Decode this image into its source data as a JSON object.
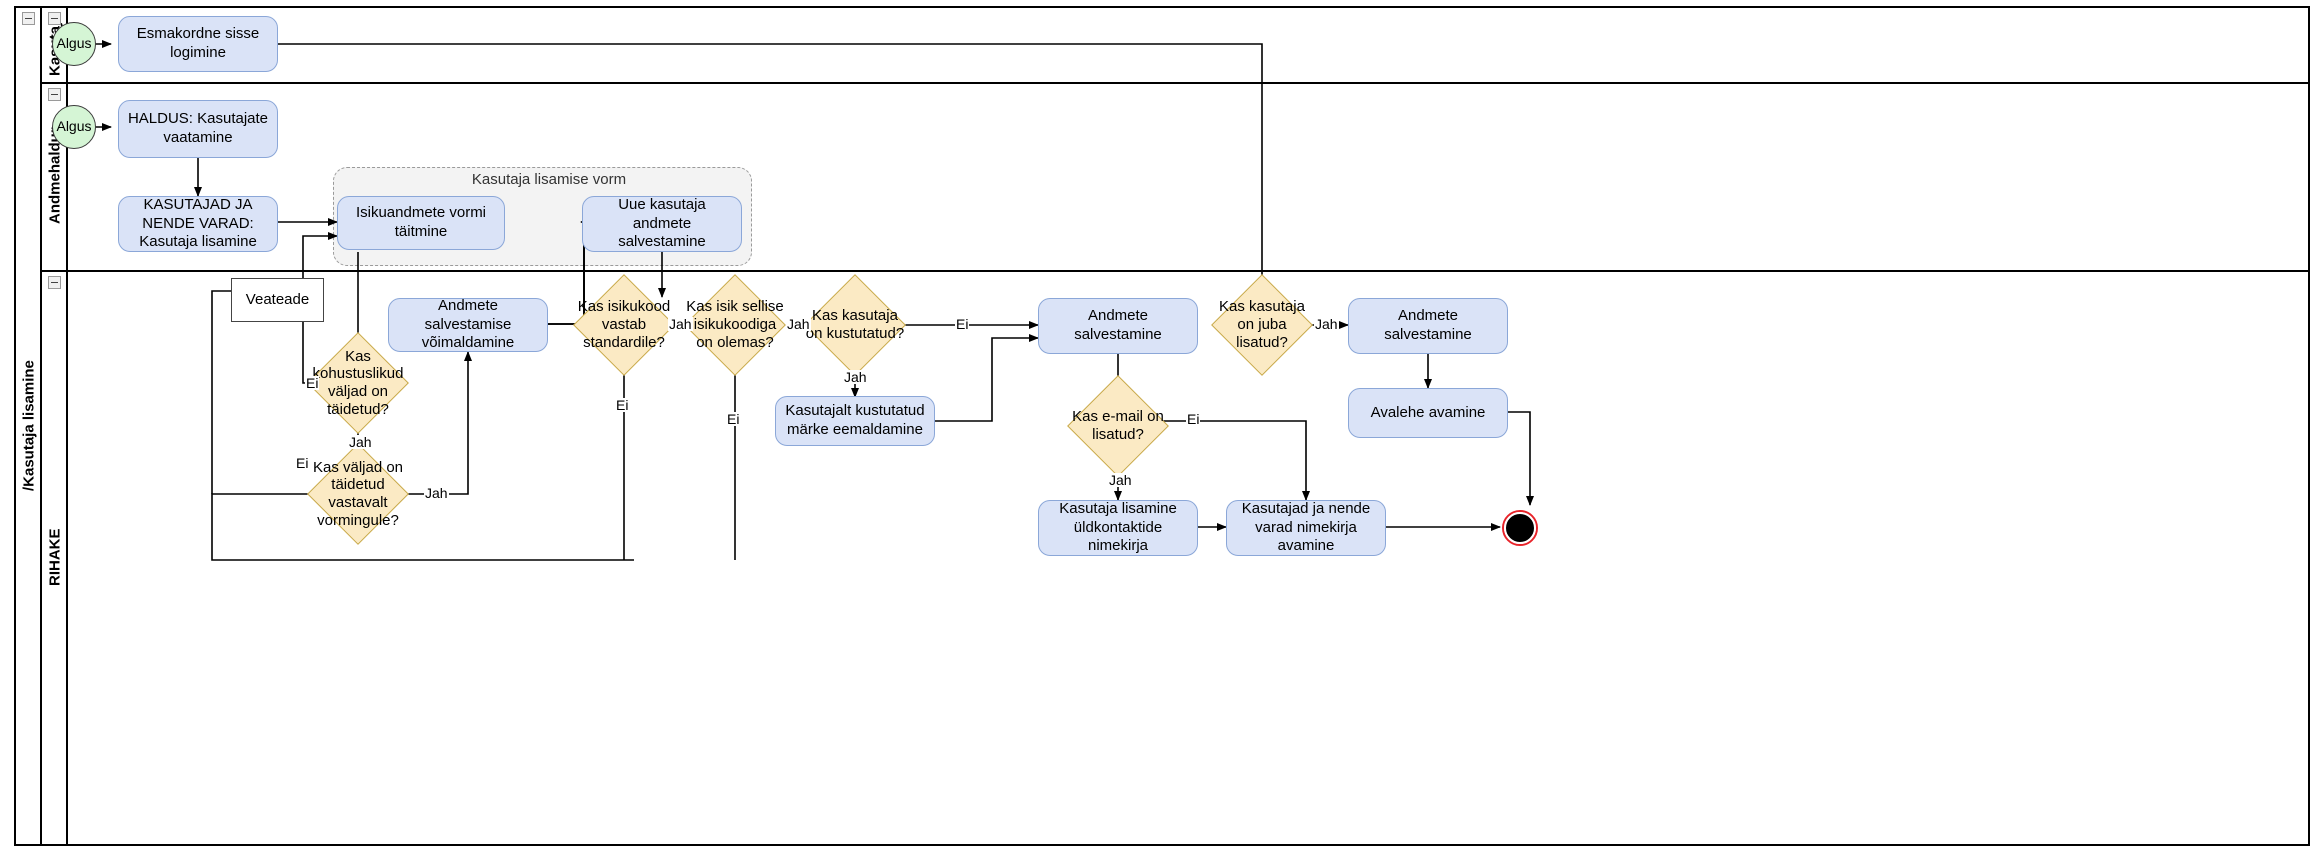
{
  "pool": {
    "title": "/Kasutaja lisamine",
    "collapse_glyph": "−"
  },
  "lanes": [
    {
      "id": "kasutaja",
      "label": "Kasutaja"
    },
    {
      "id": "andmehaldur",
      "label": "Andmehaldur"
    },
    {
      "id": "rihake",
      "label": "RIHAKE"
    }
  ],
  "subprocess": {
    "title": "Kasutaja lisamise vorm"
  },
  "nodes": {
    "start_user": {
      "label": "Algus"
    },
    "first_login": {
      "label": "Esmakordne sisse logimine"
    },
    "start_admin": {
      "label": "Algus"
    },
    "haldus_view": {
      "label": "HALDUS: Kasutajate vaatamine"
    },
    "users_assets_add": {
      "label": "KASUTAJAD JA NENDE VARAD: Kasutaja lisamine"
    },
    "form_fill": {
      "label": "Isikuandmete vormi täitmine"
    },
    "save_new_user": {
      "label": "Uue kasutaja andmete salvestamine"
    },
    "error_note": {
      "label": "Veateade"
    },
    "enable_save": {
      "label": "Andmete salvestamise võimaldamine"
    },
    "gw_required": {
      "label": "Kas kohustuslikud väljad on täidetud?"
    },
    "gw_format": {
      "label": "Kas väljad on täidetud vastavalt vormingule?"
    },
    "gw_idcode": {
      "label": "Kas isikukood vastab standardile?"
    },
    "gw_person_exists": {
      "label": "Kas isik sellise isikukoodiga on olemas?"
    },
    "gw_user_deleted": {
      "label": "Kas kasutaja on kustutatud?"
    },
    "remove_delete_mark": {
      "label": "Kasutajalt kustutatud märke eemaldamine"
    },
    "save_data_1": {
      "label": "Andmete salvestamine"
    },
    "gw_already_added": {
      "label": "Kas kasutaja on juba lisatud?"
    },
    "save_data_2": {
      "label": "Andmete salvestamine"
    },
    "open_home": {
      "label": "Avalehe avamine"
    },
    "gw_email": {
      "label": "Kas e-mail on lisatud?"
    },
    "add_to_contacts": {
      "label": "Kasutaja lisamine üldkontaktide nimekirja"
    },
    "open_users_list": {
      "label": "Kasutajad ja nende varad nimekirja avamine"
    }
  },
  "edge_labels": {
    "required_no": "Ei",
    "required_yes": "Jah",
    "format_no": "Ei",
    "format_yes": "Jah",
    "idcode_yes": "Jah",
    "idcode_no": "Ei",
    "person_yes": "Jah",
    "person_no": "Ei",
    "deleted_no": "Ei",
    "deleted_yes": "Jah",
    "already_yes": "Jah",
    "email_no": "Ei",
    "email_yes": "Jah"
  },
  "colors": {
    "task_fill": "#dae3f7",
    "task_stroke": "#8ba7d8",
    "gateway_fill": "#fbeac4",
    "gateway_stroke": "#c8a94a",
    "start_fill": "#d5f5d5",
    "end_stroke": "#e8242a",
    "subprocess_fill": "#f3f3f3",
    "line": "#000000"
  }
}
